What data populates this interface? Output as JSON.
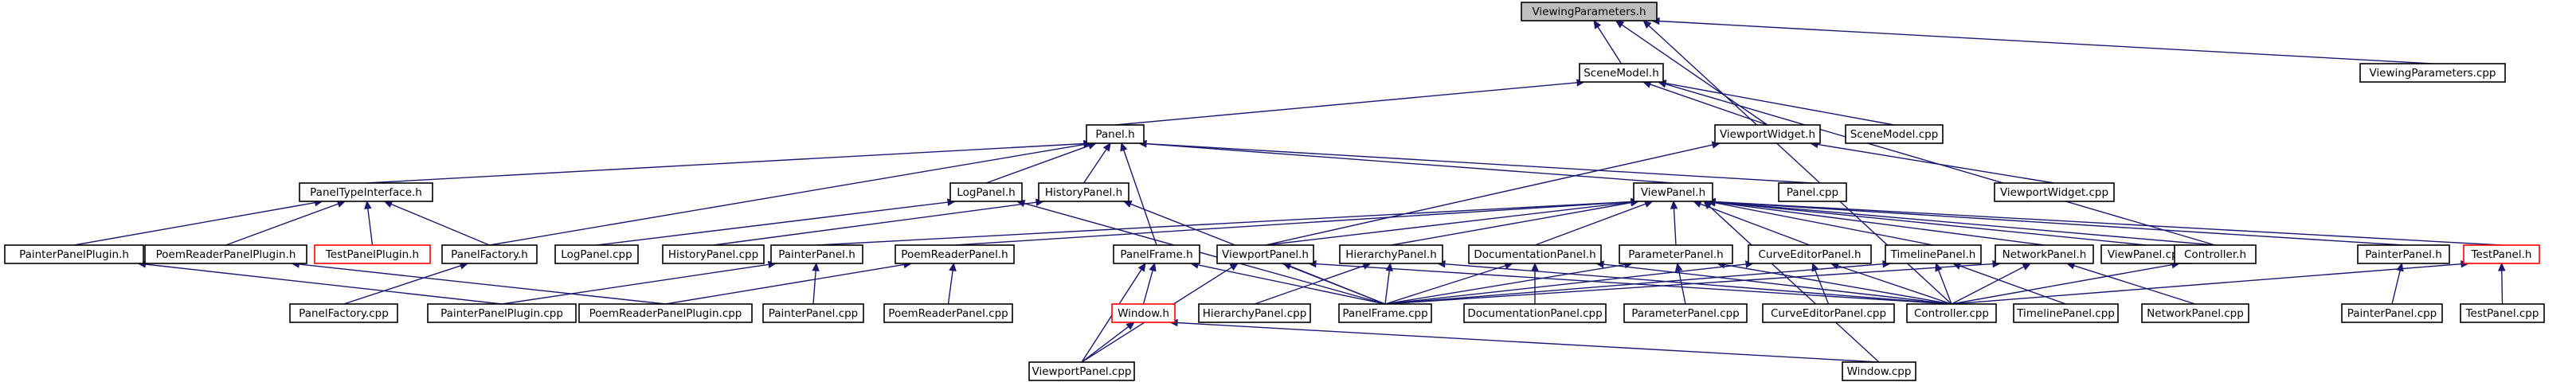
{
  "colors": {
    "edge": "#191970",
    "node_border": "#000000",
    "node_border_undocumented": "#ff0000",
    "root_fill": "#bfbfbf",
    "node_fill": "#ffffff",
    "text": "#000000"
  },
  "nodes": [
    {
      "id": "viewing_params_h",
      "label": "ViewingParameters.h",
      "root": true
    },
    {
      "id": "scene_model_h",
      "label": "SceneModel.h"
    },
    {
      "id": "viewing_params_cpp",
      "label": "ViewingParameters.cpp"
    },
    {
      "id": "panel_h",
      "label": "Panel.h"
    },
    {
      "id": "viewport_widget_h",
      "label": "ViewportWidget.h"
    },
    {
      "id": "scene_model_cpp",
      "label": "SceneModel.cpp"
    },
    {
      "id": "viewport_widget_cpp",
      "label": "ViewportWidget.cpp"
    },
    {
      "id": "panel_type_interface_h",
      "label": "PanelTypeInterface.h"
    },
    {
      "id": "log_panel_h",
      "label": "LogPanel.h"
    },
    {
      "id": "history_panel_h",
      "label": "HistoryPanel.h"
    },
    {
      "id": "view_panel_h",
      "label": "ViewPanel.h"
    },
    {
      "id": "panel_cpp",
      "label": "Panel.cpp"
    },
    {
      "id": "painter_panel_plugin_h",
      "label": "PainterPanelPlugin.h"
    },
    {
      "id": "poem_reader_panel_plugin_h",
      "label": "PoemReaderPanelPlugin.h"
    },
    {
      "id": "test_panel_plugin_h",
      "label": "TestPanelPlugin.h",
      "undocumented": true
    },
    {
      "id": "panel_factory_h",
      "label": "PanelFactory.h"
    },
    {
      "id": "log_panel_cpp",
      "label": "LogPanel.cpp"
    },
    {
      "id": "history_panel_cpp",
      "label": "HistoryPanel.cpp"
    },
    {
      "id": "painter_panel_h_1",
      "label": "PainterPanel.h"
    },
    {
      "id": "poem_reader_panel_h",
      "label": "PoemReaderPanel.h"
    },
    {
      "id": "panel_frame_h",
      "label": "PanelFrame.h"
    },
    {
      "id": "viewport_panel_h",
      "label": "ViewportPanel.h"
    },
    {
      "id": "hierarchy_panel_h",
      "label": "HierarchyPanel.h"
    },
    {
      "id": "documentation_panel_h",
      "label": "DocumentationPanel.h"
    },
    {
      "id": "parameter_panel_h",
      "label": "ParameterPanel.h"
    },
    {
      "id": "curve_editor_panel_h",
      "label": "CurveEditorPanel.h"
    },
    {
      "id": "timeline_panel_h",
      "label": "TimelinePanel.h"
    },
    {
      "id": "network_panel_h",
      "label": "NetworkPanel.h"
    },
    {
      "id": "view_panel_cpp",
      "label": "ViewPanel.cpp"
    },
    {
      "id": "controller_h",
      "label": "Controller.h"
    },
    {
      "id": "painter_panel_h_2",
      "label": "PainterPanel.h"
    },
    {
      "id": "test_panel_h",
      "label": "TestPanel.h",
      "undocumented": true
    },
    {
      "id": "panel_factory_cpp",
      "label": "PanelFactory.cpp"
    },
    {
      "id": "painter_panel_plugin_cpp",
      "label": "PainterPanelPlugin.cpp"
    },
    {
      "id": "poem_reader_panel_plugin_cpp",
      "label": "PoemReaderPanelPlugin.cpp"
    },
    {
      "id": "painter_panel_cpp_1",
      "label": "PainterPanel.cpp"
    },
    {
      "id": "poem_reader_panel_cpp",
      "label": "PoemReaderPanel.cpp"
    },
    {
      "id": "window_h",
      "label": "Window.h",
      "undocumented": true
    },
    {
      "id": "hierarchy_panel_cpp",
      "label": "HierarchyPanel.cpp"
    },
    {
      "id": "panel_frame_cpp",
      "label": "PanelFrame.cpp"
    },
    {
      "id": "documentation_panel_cpp",
      "label": "DocumentationPanel.cpp"
    },
    {
      "id": "parameter_panel_cpp",
      "label": "ParameterPanel.cpp"
    },
    {
      "id": "curve_editor_panel_cpp",
      "label": "CurveEditorPanel.cpp"
    },
    {
      "id": "controller_cpp",
      "label": "Controller.cpp"
    },
    {
      "id": "timeline_panel_cpp",
      "label": "TimelinePanel.cpp"
    },
    {
      "id": "network_panel_cpp",
      "label": "NetworkPanel.cpp"
    },
    {
      "id": "painter_panel_cpp_2",
      "label": "PainterPanel.cpp"
    },
    {
      "id": "test_panel_cpp",
      "label": "TestPanel.cpp"
    },
    {
      "id": "viewport_panel_cpp",
      "label": "ViewportPanel.cpp"
    },
    {
      "id": "window_cpp",
      "label": "Window.cpp"
    }
  ],
  "edges": [
    [
      "scene_model_h",
      "viewing_params_h"
    ],
    [
      "viewing_params_cpp",
      "viewing_params_h"
    ],
    [
      "viewport_widget_h",
      "viewing_params_h"
    ],
    [
      "controller_cpp",
      "viewing_params_h"
    ],
    [
      "panel_h",
      "scene_model_h"
    ],
    [
      "viewport_widget_h",
      "scene_model_h"
    ],
    [
      "scene_model_cpp",
      "scene_model_h"
    ],
    [
      "controller_h",
      "scene_model_h"
    ],
    [
      "viewport_widget_cpp",
      "viewport_widget_h"
    ],
    [
      "viewport_panel_h",
      "viewport_widget_h"
    ],
    [
      "panel_type_interface_h",
      "panel_h"
    ],
    [
      "log_panel_h",
      "panel_h"
    ],
    [
      "history_panel_h",
      "panel_h"
    ],
    [
      "view_panel_h",
      "panel_h"
    ],
    [
      "panel_cpp",
      "panel_h"
    ],
    [
      "panel_factory_h",
      "panel_h"
    ],
    [
      "panel_frame_h",
      "panel_h"
    ],
    [
      "painter_panel_plugin_h",
      "panel_type_interface_h"
    ],
    [
      "poem_reader_panel_plugin_h",
      "panel_type_interface_h"
    ],
    [
      "test_panel_plugin_h",
      "panel_type_interface_h"
    ],
    [
      "panel_factory_h",
      "panel_type_interface_h"
    ],
    [
      "log_panel_cpp",
      "log_panel_h"
    ],
    [
      "panel_frame_cpp",
      "log_panel_h"
    ],
    [
      "history_panel_cpp",
      "history_panel_h"
    ],
    [
      "panel_frame_cpp",
      "history_panel_h"
    ],
    [
      "painter_panel_h_1",
      "view_panel_h"
    ],
    [
      "poem_reader_panel_h",
      "view_panel_h"
    ],
    [
      "viewport_panel_h",
      "view_panel_h"
    ],
    [
      "hierarchy_panel_h",
      "view_panel_h"
    ],
    [
      "documentation_panel_h",
      "view_panel_h"
    ],
    [
      "parameter_panel_h",
      "view_panel_h"
    ],
    [
      "curve_editor_panel_h",
      "view_panel_h"
    ],
    [
      "timeline_panel_h",
      "view_panel_h"
    ],
    [
      "network_panel_h",
      "view_panel_h"
    ],
    [
      "view_panel_cpp",
      "view_panel_h"
    ],
    [
      "controller_h",
      "view_panel_h"
    ],
    [
      "painter_panel_h_2",
      "view_panel_h"
    ],
    [
      "test_panel_h",
      "view_panel_h"
    ],
    [
      "window_cpp",
      "view_panel_h"
    ],
    [
      "panel_factory_cpp",
      "panel_factory_h"
    ],
    [
      "painter_panel_plugin_cpp",
      "painter_panel_plugin_h"
    ],
    [
      "poem_reader_panel_plugin_cpp",
      "poem_reader_panel_plugin_h"
    ],
    [
      "painter_panel_cpp_1",
      "painter_panel_h_1"
    ],
    [
      "painter_panel_plugin_cpp",
      "painter_panel_h_1"
    ],
    [
      "poem_reader_panel_cpp",
      "poem_reader_panel_h"
    ],
    [
      "poem_reader_panel_plugin_cpp",
      "poem_reader_panel_h"
    ],
    [
      "window_h",
      "panel_frame_h"
    ],
    [
      "panel_frame_cpp",
      "panel_frame_h"
    ],
    [
      "viewport_panel_cpp",
      "panel_frame_h"
    ],
    [
      "panel_frame_cpp",
      "viewport_panel_h"
    ],
    [
      "controller_cpp",
      "viewport_panel_h"
    ],
    [
      "viewport_panel_cpp",
      "viewport_panel_h"
    ],
    [
      "hierarchy_panel_cpp",
      "hierarchy_panel_h"
    ],
    [
      "panel_frame_cpp",
      "hierarchy_panel_h"
    ],
    [
      "controller_cpp",
      "hierarchy_panel_h"
    ],
    [
      "documentation_panel_cpp",
      "documentation_panel_h"
    ],
    [
      "panel_frame_cpp",
      "documentation_panel_h"
    ],
    [
      "controller_cpp",
      "documentation_panel_h"
    ],
    [
      "parameter_panel_cpp",
      "parameter_panel_h"
    ],
    [
      "panel_frame_cpp",
      "parameter_panel_h"
    ],
    [
      "controller_cpp",
      "parameter_panel_h"
    ],
    [
      "curve_editor_panel_cpp",
      "curve_editor_panel_h"
    ],
    [
      "panel_frame_cpp",
      "curve_editor_panel_h"
    ],
    [
      "controller_cpp",
      "curve_editor_panel_h"
    ],
    [
      "timeline_panel_cpp",
      "timeline_panel_h"
    ],
    [
      "panel_frame_cpp",
      "timeline_panel_h"
    ],
    [
      "controller_cpp",
      "timeline_panel_h"
    ],
    [
      "network_panel_cpp",
      "network_panel_h"
    ],
    [
      "panel_frame_cpp",
      "network_panel_h"
    ],
    [
      "controller_cpp",
      "network_panel_h"
    ],
    [
      "controller_cpp",
      "controller_h"
    ],
    [
      "painter_panel_cpp_2",
      "painter_panel_h_2"
    ],
    [
      "test_panel_cpp",
      "test_panel_h"
    ],
    [
      "controller_cpp",
      "test_panel_h"
    ],
    [
      "viewport_panel_cpp",
      "window_h"
    ],
    [
      "window_cpp",
      "window_h"
    ]
  ]
}
